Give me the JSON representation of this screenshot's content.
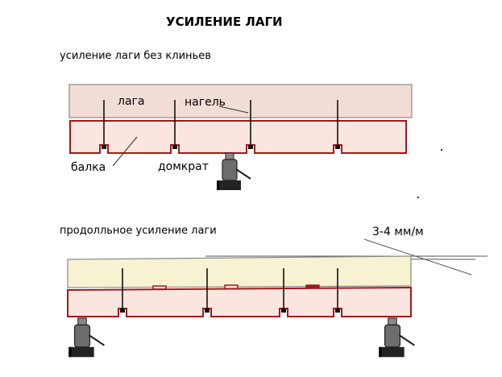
{
  "title": "УСИЛЕНИЕ ЛАГИ",
  "section1": {
    "heading": "усиление лаги без клиньев",
    "labels": {
      "lag": "лага",
      "dowel": "нагель",
      "beam": "балка",
      "jack": "домкрат"
    }
  },
  "section2": {
    "heading": "продолльное усиление лаги",
    "slope_label": "3-4 мм/м"
  },
  "colors": {
    "lag_fill": "#f2ddd6",
    "beam_outline": "#a01a1a",
    "beam_fill": "#fae5df",
    "lag2_fill": "#f6f2d2",
    "jack_body": "#6d6d6d",
    "jack_base": "#222222"
  }
}
